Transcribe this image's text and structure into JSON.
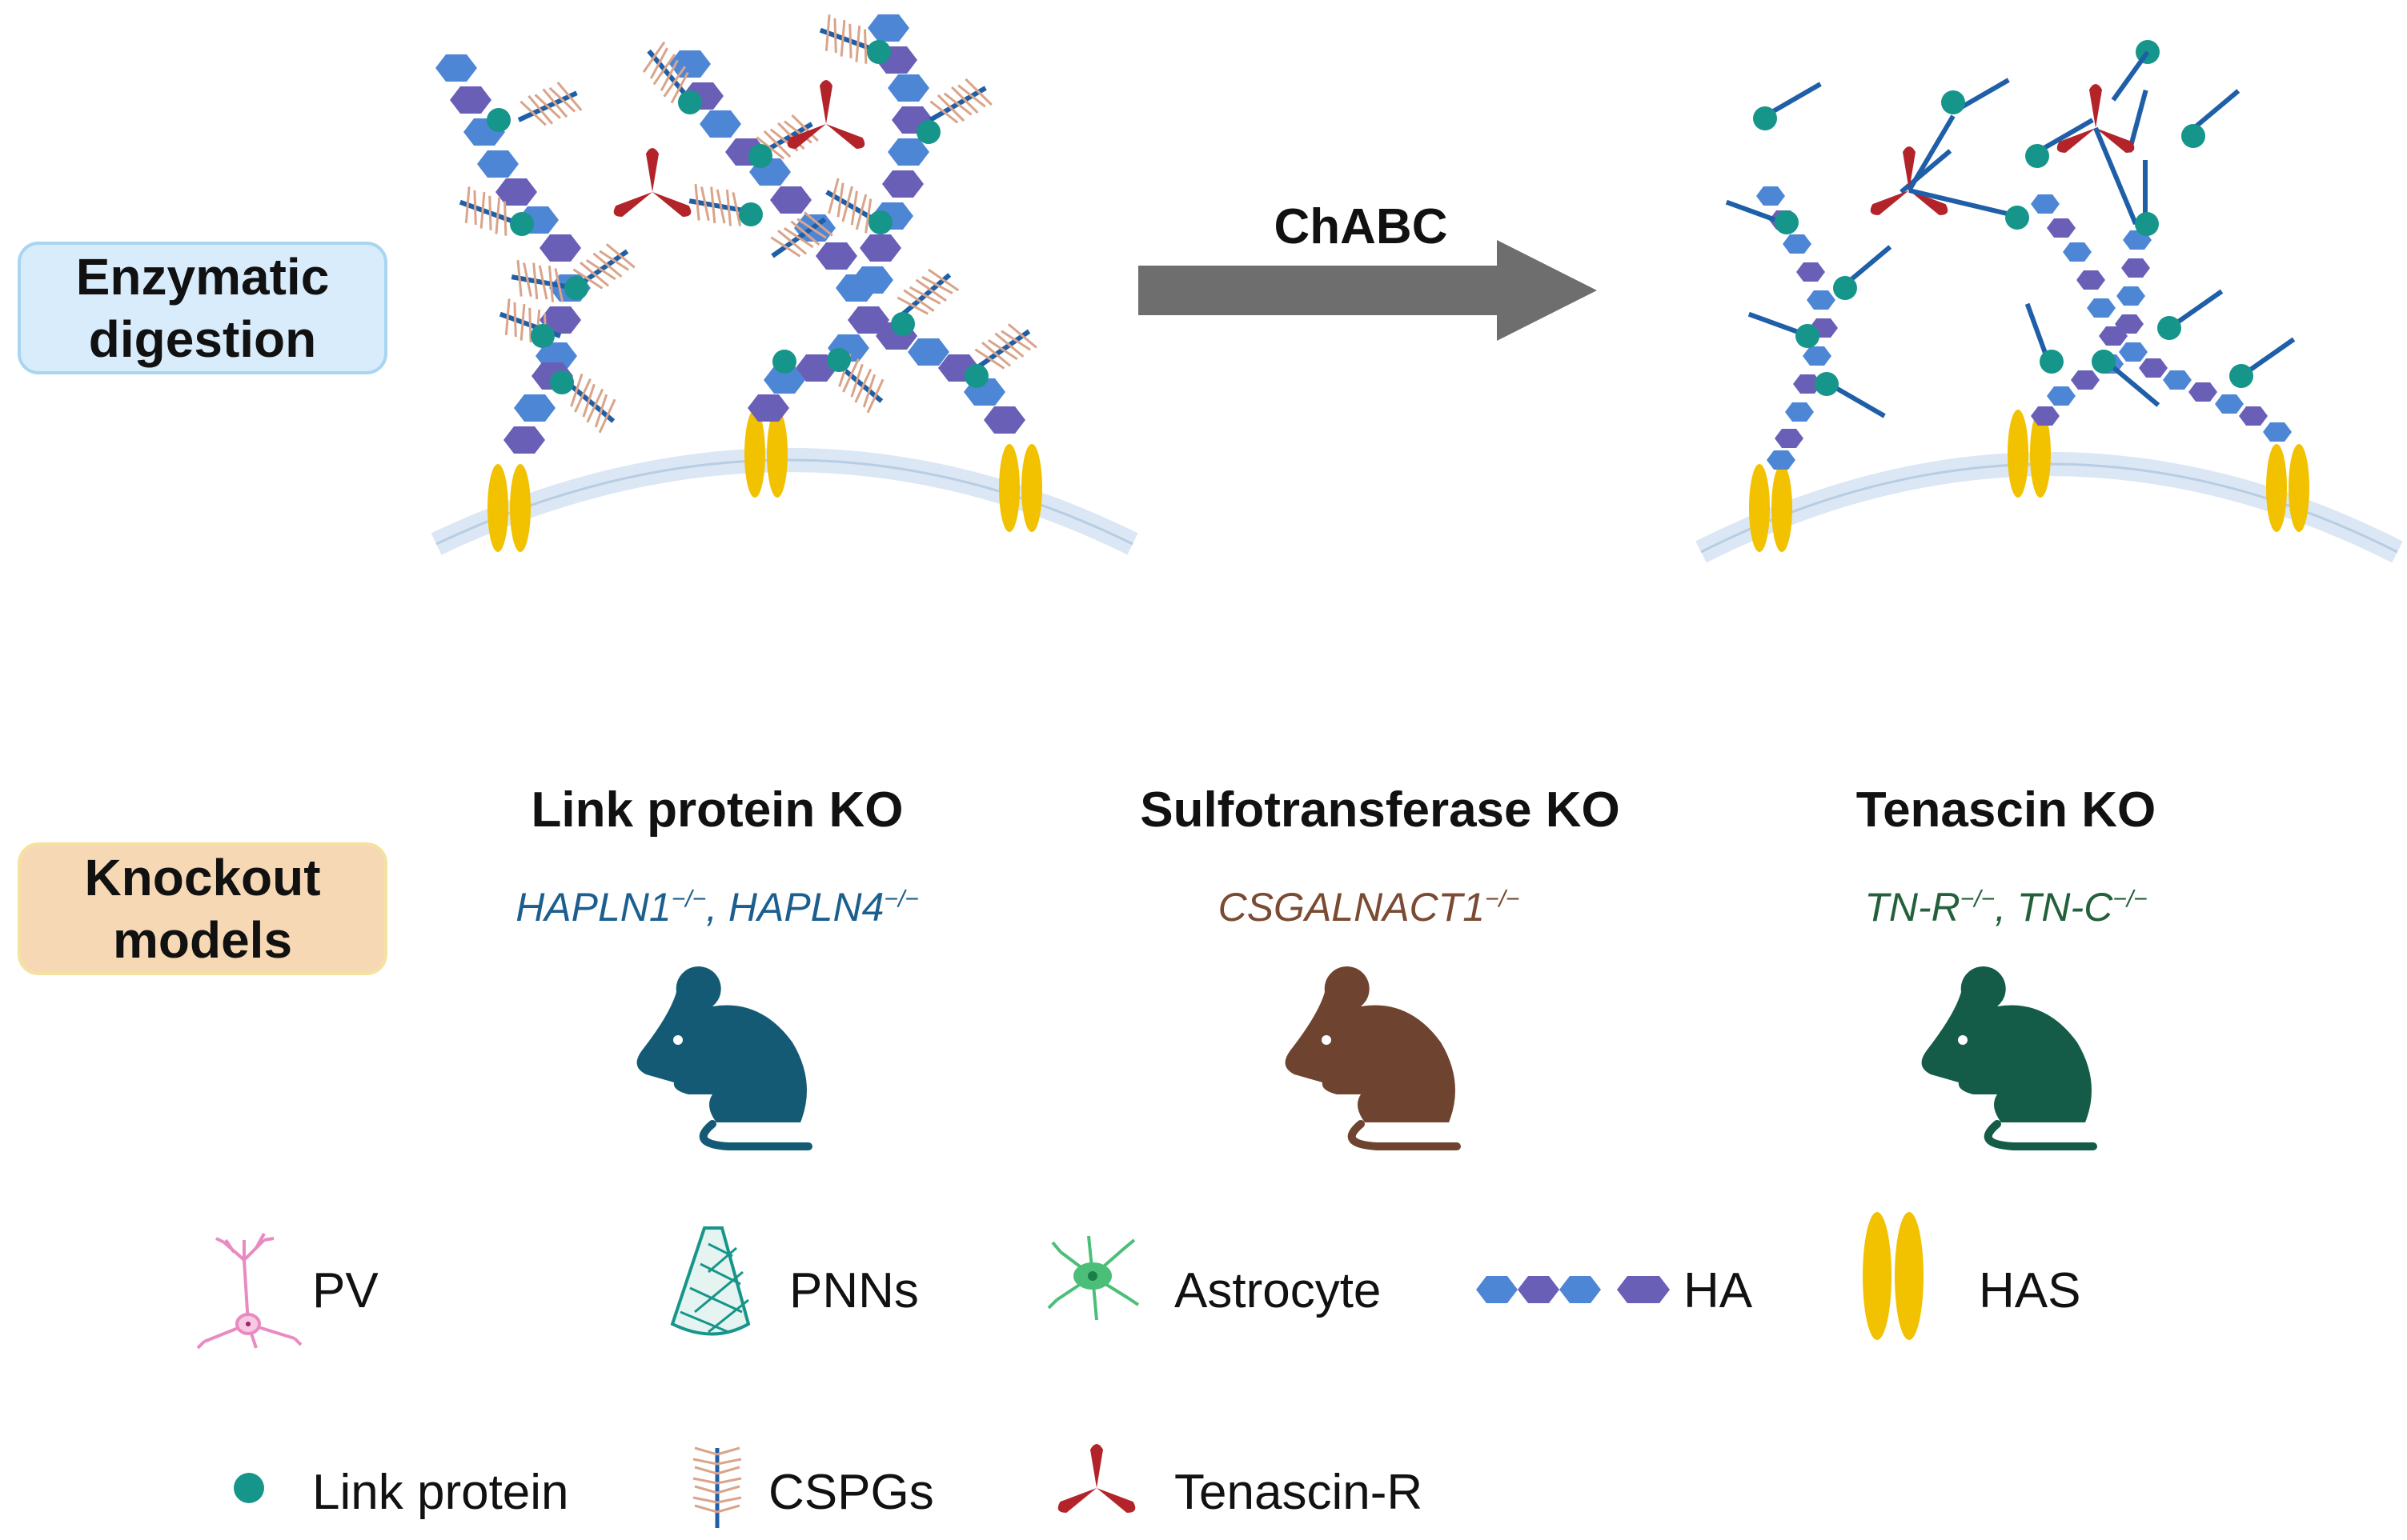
{
  "sections": {
    "enzymatic": "Enzymatic\ndigestion",
    "knockout": "Knockout\nmodels"
  },
  "arrow_label": "ChABC",
  "knockouts": [
    {
      "title": "Link protein KO",
      "gene_parts": [
        "HAPLN1",
        "−/−",
        ", HAPLN4",
        "−/−"
      ],
      "color": "#1c5f8f",
      "mouse_color": "#155a74"
    },
    {
      "title": "Sulfotransferase KO",
      "gene_parts": [
        "CSGALNACT1",
        "−/−",
        "",
        ""
      ],
      "color": "#7a4a32",
      "mouse_color": "#6e4430"
    },
    {
      "title": "Tenascin KO",
      "gene_parts": [
        "TN-R",
        "−/−",
        ", TN-C",
        "−/−"
      ],
      "color": "#24603c",
      "mouse_color": "#145c47"
    }
  ],
  "legend": {
    "pv": "PV",
    "pnns": "PNNs",
    "astrocyte": "Astrocyte",
    "ha": "HA",
    "has": "HAS",
    "link_protein": "Link protein",
    "cspgs": "CSPGs",
    "tenascin_r": "Tenascin-R"
  },
  "colors": {
    "ha_light": "#4e86d6",
    "ha_dark": "#6a5fb6",
    "link_protein": "#16958a",
    "cspg_core": "#1f5fa8",
    "cspg_chain": "#d9a48a",
    "tenascin": "#b3242a",
    "has": "#f2c200",
    "membrane": "#dbe7f4",
    "arrow": "#6e6e6e"
  }
}
